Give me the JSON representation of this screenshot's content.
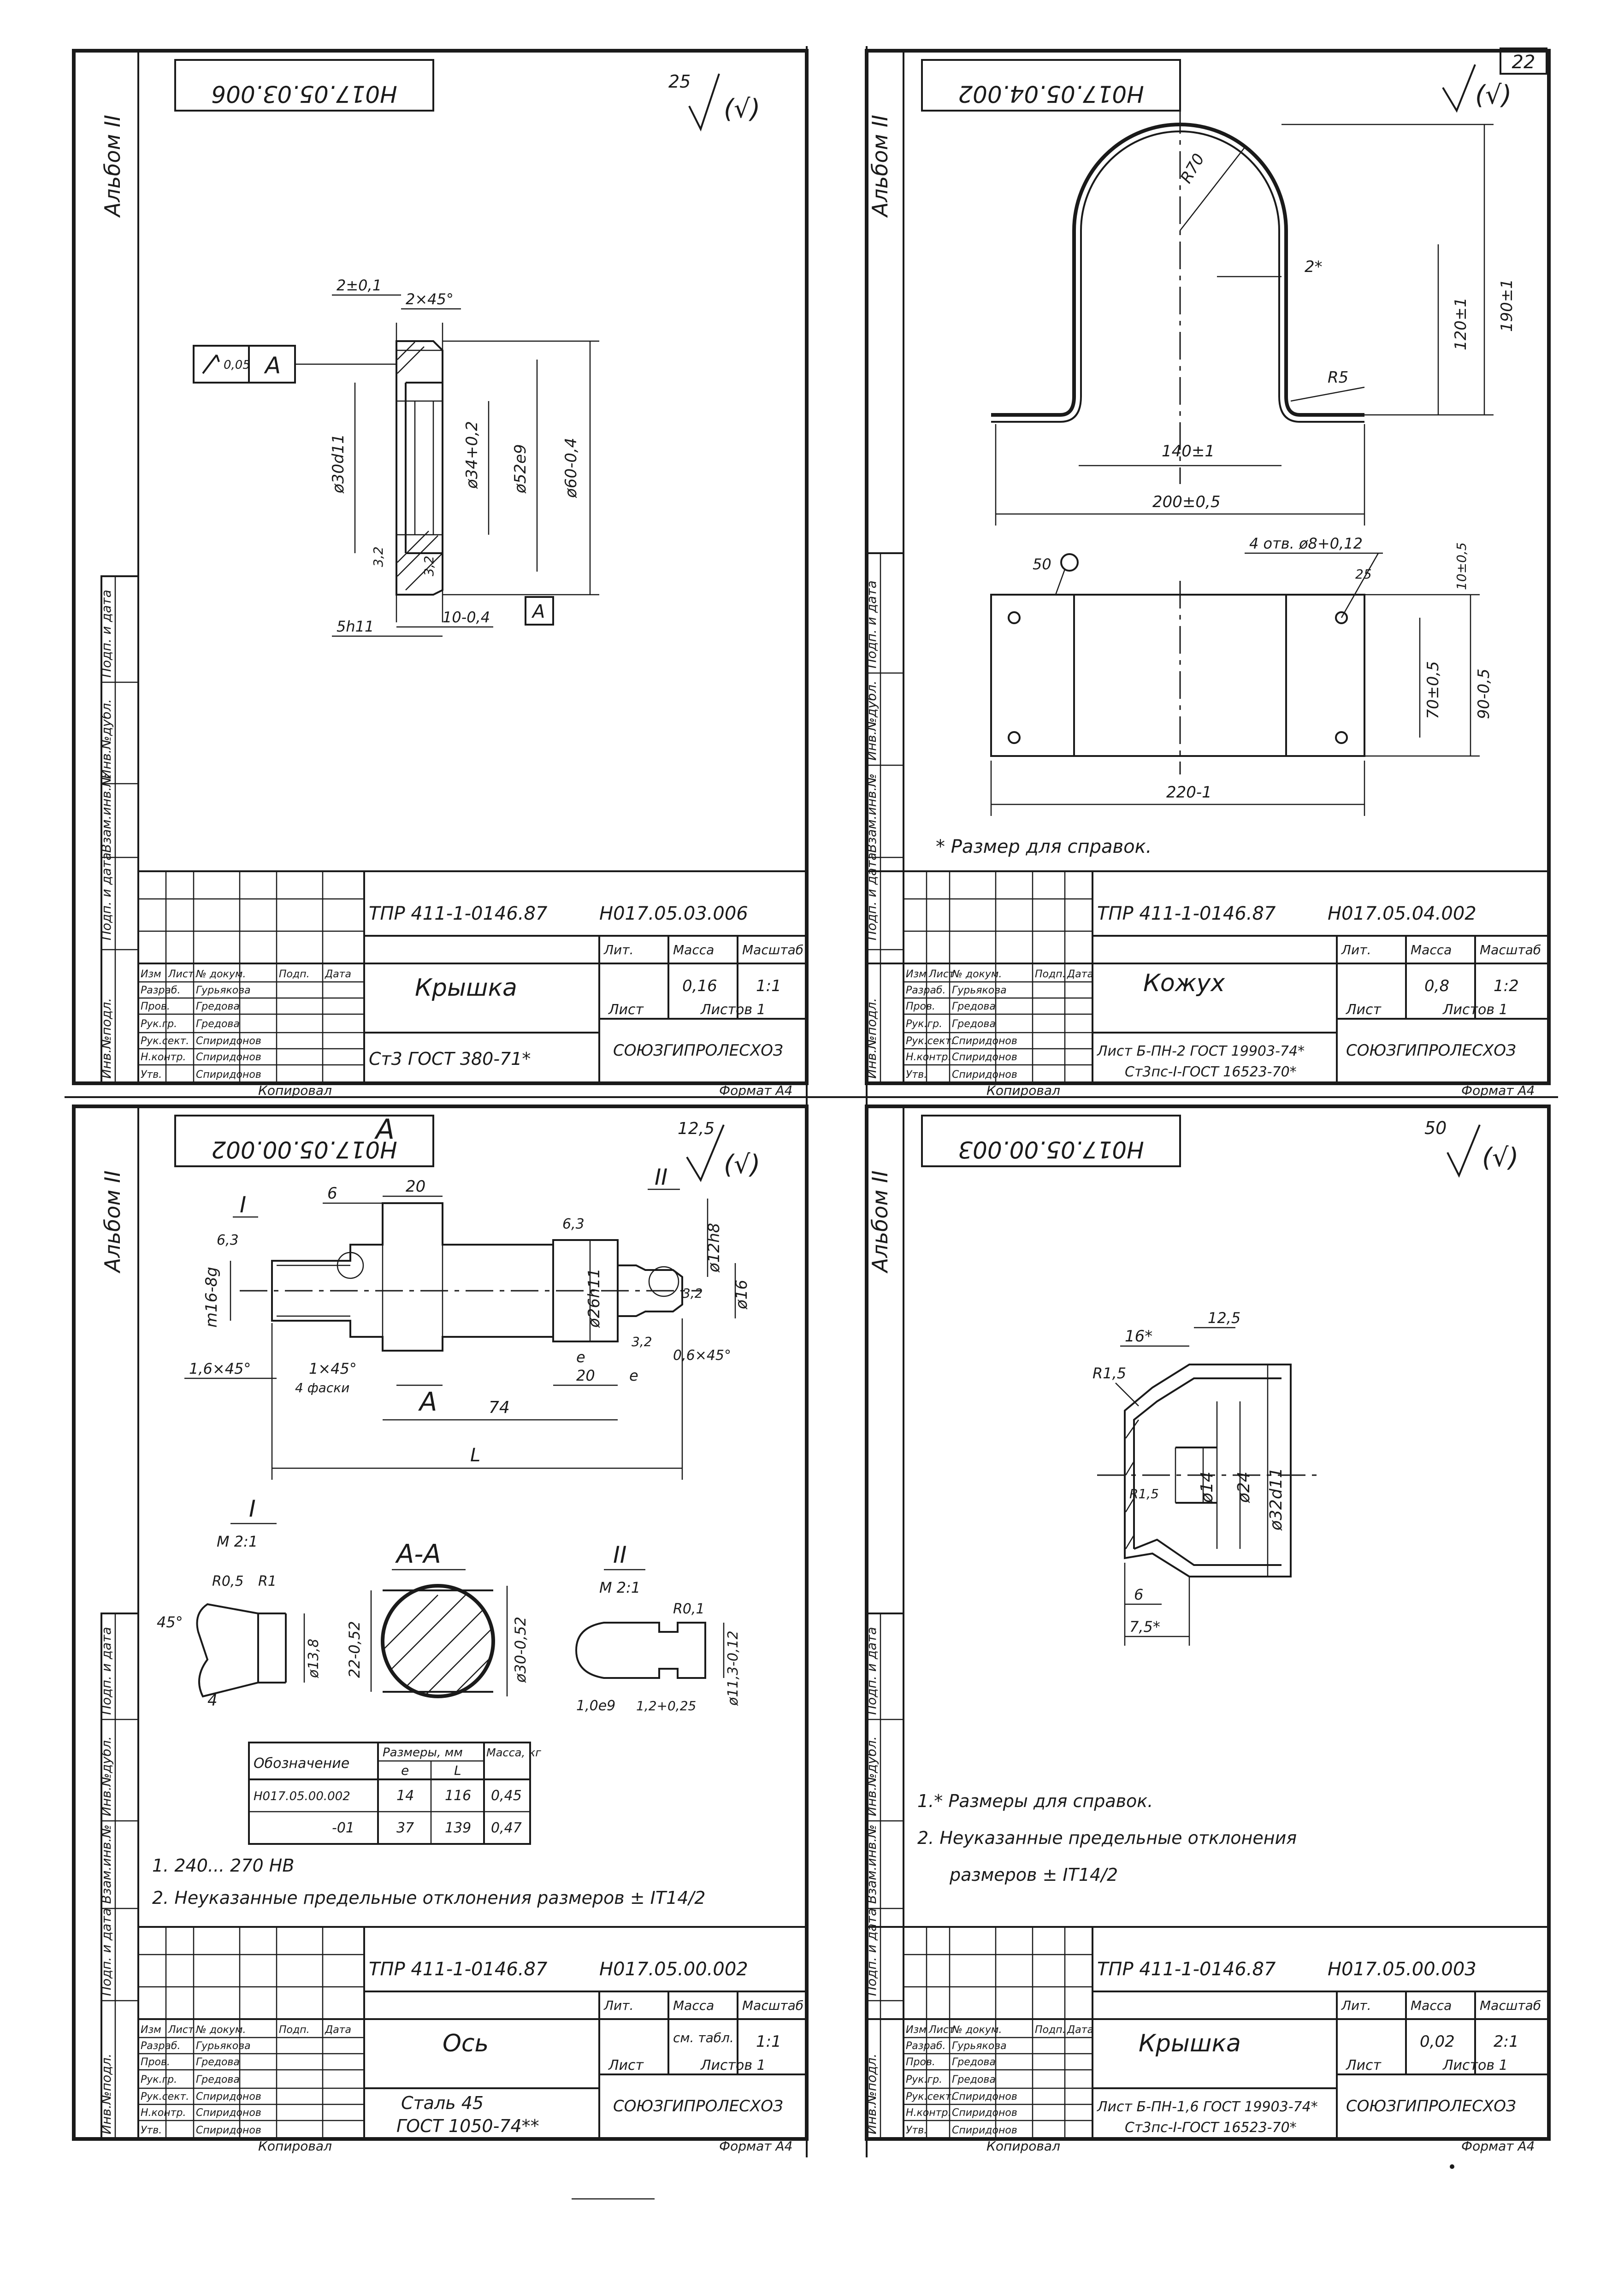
{
  "page": {
    "page_number": "22",
    "album_label": "Альбом II"
  },
  "side_labels": [
    "Инв.№подл.",
    "Подп. и дата",
    "Взам.инв.№",
    "Инв.№дубл.",
    "Подп. и дата"
  ],
  "common": {
    "copied": "Копировал",
    "format": "Формат А4",
    "org": "СОЮЗГИПРОЛЕСХОЗ",
    "doc_code": "ТПР 411-1-0146.87",
    "rows": [
      "Изм",
      "Лист",
      "№ докум.",
      "Подп.",
      "Дата"
    ],
    "staff_roles": [
      "Разраб.",
      "Пров.",
      "Рук.гр.",
      "Рук.сект.",
      "Н.контр.",
      "Утв."
    ],
    "staff_names": [
      "Гурьякова",
      "Гредова",
      "Гредова",
      "Спиридонов",
      "Спиридонов",
      "Спиридонов"
    ],
    "hdr_lit": "Лит.",
    "hdr_mass": "Масса",
    "hdr_scale": "Масштаб",
    "sheet": "Лист",
    "sheets": "Листов 1"
  },
  "drawings": [
    {
      "id": "H017.05.03.006",
      "stamp_code": "Н017.05.03.006",
      "title": "Крышка",
      "mass": "0,16",
      "scale": "1:1",
      "material": "Ст3 ГОСТ 380-71*",
      "roughness": "25",
      "dims": [
        "2±0,1",
        "2×45°",
        "ø30d11",
        "ø34+0,2",
        "ø52e9",
        "ø60-0,4",
        "3,2",
        "3,2",
        "5h11",
        "10-0,4",
        "0,05",
        "A",
        "A"
      ]
    },
    {
      "id": "H017.05.04.002",
      "stamp_code": "Н017.05.04.002",
      "title": "Кожух",
      "mass": "0,8",
      "scale": "1:2",
      "material_1": "Лист Б-ПН-2 ГОСТ 19903-74*",
      "material_2": "Ст3пс-I-ГОСТ 16523-70*",
      "note": "* Размер для справок.",
      "dims": [
        "R70",
        "2*",
        "120±1",
        "190±1",
        "R5",
        "140±1",
        "200±0,5",
        "4 отв. ø8+0,12",
        "10±0,5",
        "50",
        "25",
        "70±0,5",
        "90-0,5",
        "220-1"
      ]
    },
    {
      "id": "H017.05.00.002",
      "stamp_code": "Н017.05.00.002",
      "title": "Ось",
      "mass": "см. табл.",
      "scale": "1:1",
      "material_1": "Сталь 45",
      "material_2": "ГОСТ 1050-74**",
      "roughness": "12,5",
      "dims": [
        "6",
        "20",
        "6,3",
        "6,3",
        "m16-8g",
        "ø26h11",
        "ø12h8",
        "ø16",
        "3,2",
        "3,2",
        "1,6×45°",
        "1×45°",
        "4 фаски",
        "A",
        "A",
        "74",
        "L",
        "20",
        "e",
        "e",
        "0,6×45°",
        "I",
        "II"
      ],
      "detail_I": {
        "title": "I",
        "scale": "М 2:1",
        "dims": [
          "45°",
          "R0,5",
          "R1",
          "4",
          "ø13,8"
        ]
      },
      "section_AA": {
        "title": "А-А",
        "dims": [
          "22-0,52",
          "ø30-0,52"
        ]
      },
      "detail_II": {
        "title": "II",
        "scale": "М 2:1",
        "dims": [
          "R0,1",
          "1,0e9",
          "1,2+0,25",
          "ø11,3-0,12"
        ]
      },
      "table": {
        "headers": [
          "Обозначение",
          "Размеры, мм",
          "Масса, кг"
        ],
        "subheaders": [
          "e",
          "L"
        ],
        "rows": [
          [
            "H017.05.00.002",
            "14",
            "116",
            "0,45"
          ],
          [
            "-01",
            "37",
            "139",
            "0,47"
          ]
        ]
      },
      "notes": [
        "1. 240... 270 НВ",
        "2. Неуказанные предельные отклонения размеров ± IT14/2"
      ]
    },
    {
      "id": "H017.05.00.003",
      "stamp_code": "Н017.05.00.003",
      "title": "Крышка",
      "mass": "0,02",
      "scale": "2:1",
      "material_1": "Лист Б-ПН-1,6 ГОСТ 19903-74*",
      "material_2": "Ст3пс-I-ГОСТ 16523-70*",
      "roughness": "50",
      "dims": [
        "16*",
        "12,5",
        "R1,5",
        "R1,5",
        "ø14",
        "ø24",
        "ø32d11",
        "6",
        "7,5*"
      ],
      "notes": [
        "1.* Размеры для справок.",
        "2. Неуказанные предельные отклонения",
        "размеров ± IT14/2"
      ]
    }
  ]
}
